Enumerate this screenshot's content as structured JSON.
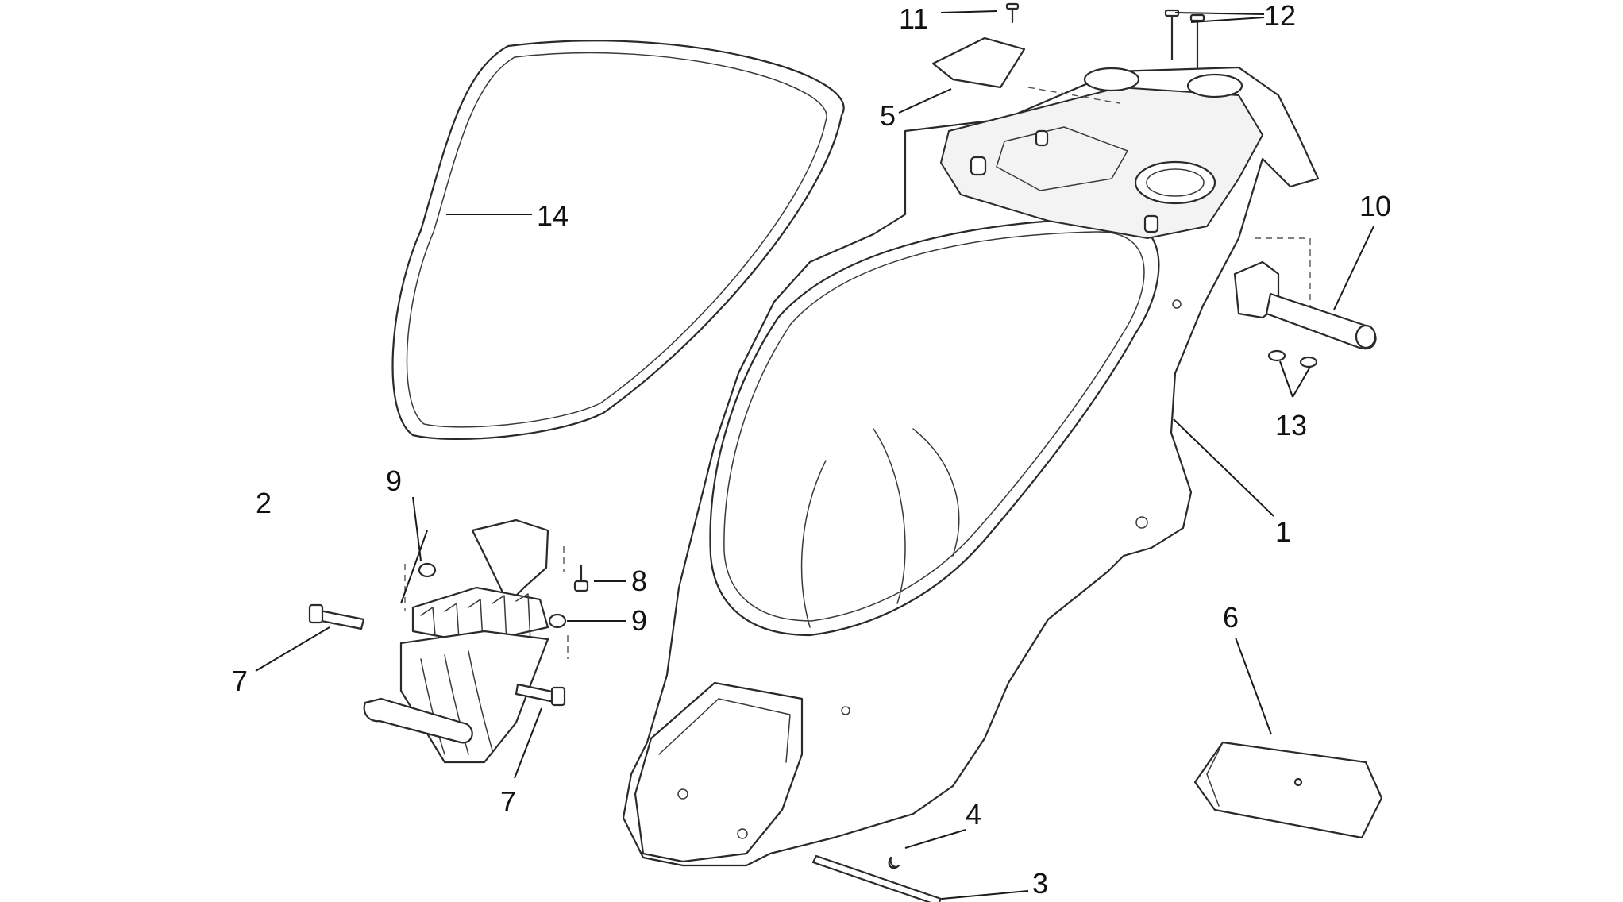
{
  "callouts": [
    {
      "id": "c1",
      "label": "1"
    },
    {
      "id": "c2",
      "label": "2"
    },
    {
      "id": "c3",
      "label": "3"
    },
    {
      "id": "c4",
      "label": "4"
    },
    {
      "id": "c5",
      "label": "5"
    },
    {
      "id": "c6",
      "label": "6"
    },
    {
      "id": "c7a",
      "label": "7"
    },
    {
      "id": "c7b",
      "label": "7"
    },
    {
      "id": "c8",
      "label": "8"
    },
    {
      "id": "c9a",
      "label": "9"
    },
    {
      "id": "c9b",
      "label": "9"
    },
    {
      "id": "c10",
      "label": "10"
    },
    {
      "id": "c11",
      "label": "11"
    },
    {
      "id": "c12",
      "label": "12"
    },
    {
      "id": "c13",
      "label": "13"
    },
    {
      "id": "c14",
      "label": "14"
    }
  ]
}
